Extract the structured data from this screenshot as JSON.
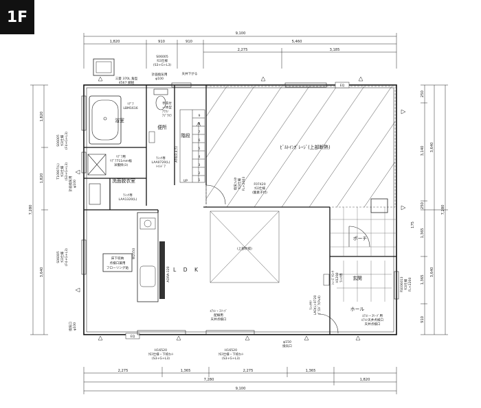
{
  "floor_badge": "1F",
  "dims_top": {
    "overall": "9,100",
    "segments": [
      "1,820",
      "910",
      "910",
      "5,460"
    ],
    "sub": [
      "2,275",
      "3,185"
    ]
  },
  "dims_bottom": {
    "row1": [
      "2,275",
      "1,365",
      "2,275",
      "1,365"
    ],
    "row2": [
      "7,280",
      "1,820"
    ],
    "overall": "9,100"
  },
  "dims_left": {
    "upper": "1,820",
    "upper2": "1,820",
    "lower": "3,640",
    "overall": "7,280"
  },
  "dims_right": {
    "outer": [
      "3,640",
      "3,640"
    ],
    "inner": [
      "250",
      "3,140",
      "250",
      "1,365",
      "1,365",
      "910"
    ],
    "small": "175",
    "overall": "7,280"
  },
  "rooms": {
    "bath": "浴室",
    "toilet": "便所",
    "stairs": "階段",
    "wash": "洗面脱衣室",
    "ldk": "L D K",
    "porch": "ポーチ",
    "entrance": "玄関",
    "hall": "ホール",
    "garage": "ﾋﾞﾙﾄｲﾝｶﾞﾚｰｼﾞ(上部断熱)",
    "open_above": "(上部吹抜)",
    "ceiling_lower": "天井下がる",
    "up": "UP",
    "eq": "EQ"
  },
  "notes": {
    "window_s06005": [
      "S06005",
      "ｸﾛｽ仕様",
      "(S3+G+L3)"
    ],
    "water_heater": [
      "三菱 370L 角型",
      "4567 脚組"
    ],
    "vent": [
      "計画換気用",
      "φ100"
    ],
    "bath_unit": [
      "ﾘﾃﾞｱ",
      "LBM1616"
    ],
    "toilet_fixtures": [
      "手洗付",
      "一体型",
      "ｱﾗｳﾉ",
      "ｱﾌﾟﾗｾﾗ"
    ],
    "wash_basin": [
      "ﾘﾃﾞｱ用",
      "ﾘﾃﾞｱ711mm幅",
      "洋服掛(3)"
    ],
    "laundry": [
      "ﾗｼｯｸ専",
      "LAA1320(L)"
    ],
    "toilet_dev": [
      "ﾗｼｯｸ専",
      "LAA0720(L)",
      "ﾄｲﾚﾄﾞｱ"
    ],
    "atnd": "AT6(3,4,5)",
    "left_windows": [
      [
        "S06005",
        "ｸﾛｽ仕様",
        "(F4+G+L3)"
      ],
      [
        "T10907(L)",
        "ｸﾛｽ仕様",
        "(S3+G+L3)"
      ],
      [
        "計画換気用",
        "φ100"
      ],
      [
        "S06005",
        "ｸﾛｽ仕様",
        "(F4+G+L3)"
      ],
      [
        "換気口",
        "φ100"
      ]
    ],
    "kitchen": [
      "床下収納",
      "点検口兼用",
      "フローリング貼"
    ],
    "kitchen_w": "W2550",
    "refrigerator": "ADRA-320",
    "eave": [
      "換気ﾌｨﾙﾀ",
      "ｸﾛｽ仕様",
      "FL+2003"
    ],
    "window_f07420": [
      "F07420",
      "ｸﾛｽ仕様",
      "(酸素子付)"
    ],
    "shoe_closet": [
      "ｼｭｰｽﾞｸﾛｰｸ",
      "H1200",
      "ﾗｼｯｸ専"
    ],
    "hall_door": [
      "ﾗｼｯｸｻﾂ",
      "LAD(L)-0720",
      "ｶﾞﾗｽﾄﾞｱ(Pull)"
    ],
    "lanai_window": [
      "FSE06013",
      "ｸﾛｽ仕様",
      "FL+2200"
    ],
    "ldk_note": [
      "ｴｱｺﾝ・ｽﾘｰﾌﾞ",
      "配線用",
      "天井点検口"
    ],
    "entrance_fix": [
      "ｴｱｺﾝ・ｽﾘｰﾌﾞ用",
      "ｴｱｺﾝ天井点検口",
      "天井点検口"
    ],
    "bottom_windows": [
      [
        "H16520",
        "ｸﾛｽ仕様・下枠ｶｯﾄ",
        "(S3+G+L3)"
      ],
      [
        "H16520",
        "ｸﾛｽ仕様・下枠ｶｯﾄ",
        "(S3+G+L3)"
      ]
    ],
    "vent_bottom": [
      "φ150",
      "換気口"
    ],
    "step_numbers": [
      "9",
      "8",
      "7",
      "6",
      "5",
      "4",
      "3",
      "2",
      "1"
    ]
  }
}
